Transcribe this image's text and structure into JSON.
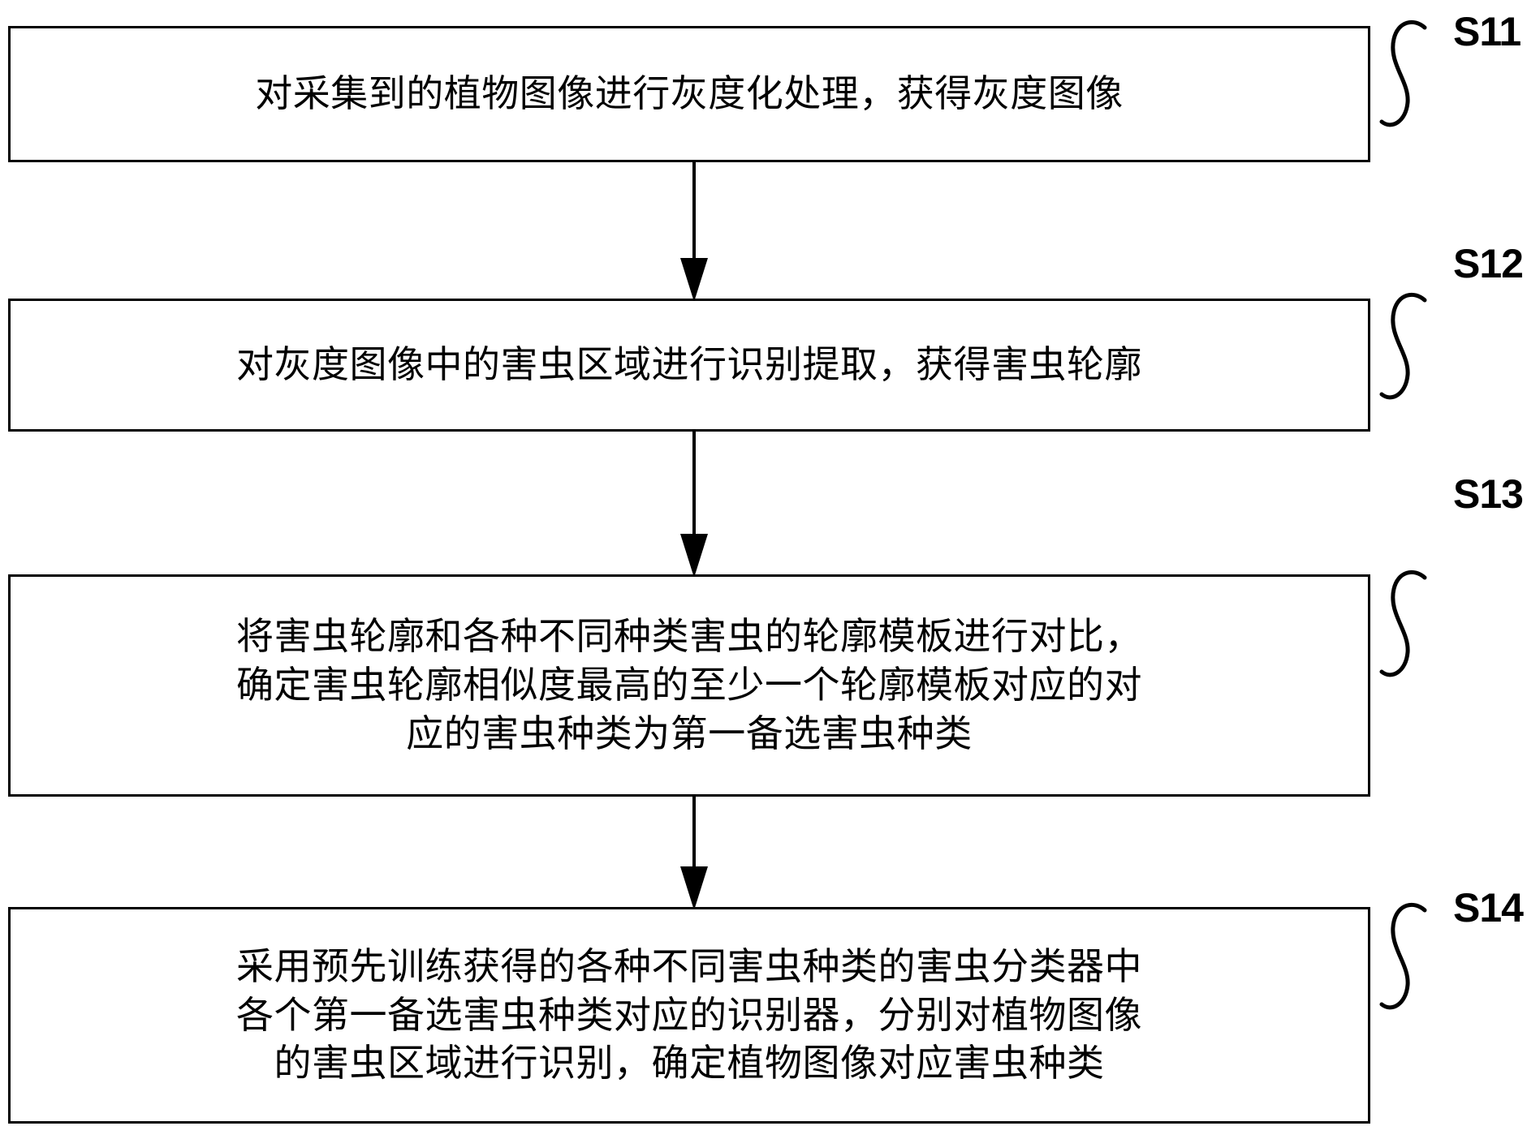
{
  "figure": {
    "type": "flowchart",
    "orientation": "vertical",
    "title": "",
    "language": "zh-CN",
    "box_count": 4,
    "connector_count": 3,
    "colors": {
      "background": "#ffffff",
      "stroke": "#000000",
      "text": "#000000"
    }
  },
  "steps": [
    {
      "id": "S11",
      "label": "S11",
      "text": "对采集到的植物图像进行灰度化处理，获得灰度图像",
      "lines": [
        "对采集到的植物图像进行灰度化处理，获得灰度图像"
      ]
    },
    {
      "id": "S12",
      "label": "S12",
      "text": "对灰度图像中的害虫区域进行识别提取，获得害虫轮廓",
      "lines": [
        "对灰度图像中的害虫区域进行识别提取，获得害虫轮廓"
      ]
    },
    {
      "id": "S13",
      "label": "S13",
      "text": "将害虫轮廓和各种不同种类害虫的轮廓模板进行对比，\n确定害虫轮廓相似度最高的至少一个轮廓模板对应的对\n应的害虫种类为第一备选害虫种类",
      "lines": [
        "将害虫轮廓和各种不同种类害虫的轮廓模板进行对比，",
        "确定害虫轮廓相似度最高的至少一个轮廓模板对应的对",
        "应的害虫种类为第一备选害虫种类"
      ]
    },
    {
      "id": "S14",
      "label": "S14",
      "text": "采用预先训练获得的各种不同害虫种类的害虫分类器中\n各个第一备选害虫种类对应的识别器，分别对植物图像\n的害虫区域进行识别，确定植物图像对应害虫种类",
      "lines": [
        "采用预先训练获得的各种不同害虫种类的害虫分类器中",
        "各个第一备选害虫种类对应的识别器，分别对植物图像",
        "的害虫区域进行识别，确定植物图像对应害虫种类"
      ]
    }
  ],
  "connectors": [
    {
      "from": "S11",
      "to": "S12",
      "arrow": "down"
    },
    {
      "from": "S12",
      "to": "S13",
      "arrow": "down"
    },
    {
      "from": "S13",
      "to": "S14",
      "arrow": "down"
    }
  ]
}
